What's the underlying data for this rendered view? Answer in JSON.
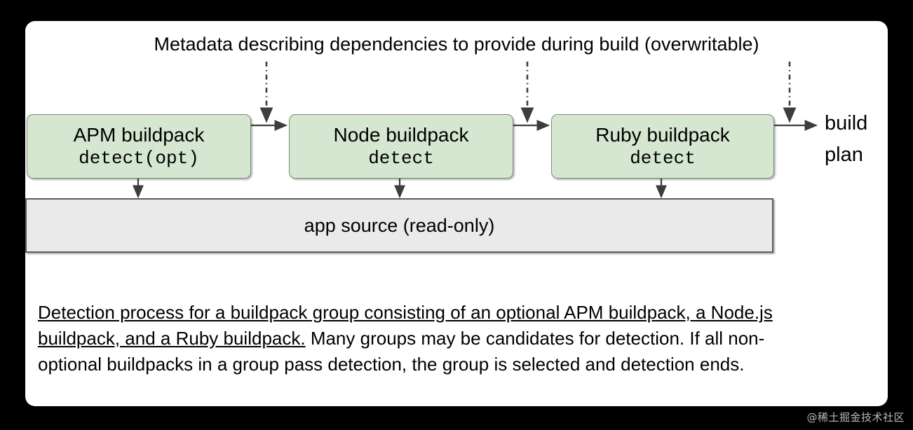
{
  "diagram": {
    "caption": "Metadata describing dependencies to provide during build (overwritable)",
    "boxes": [
      {
        "title": "APM buildpack",
        "command": "detect(opt)"
      },
      {
        "title": "Node buildpack",
        "command": "detect"
      },
      {
        "title": "Ruby buildpack",
        "command": "detect"
      }
    ],
    "output_label_line1": "build",
    "output_label_line2": "plan",
    "app_source_label": "app source (read-only)",
    "colors": {
      "box_fill": "#d5e7d0",
      "box_border": "#7b8a78",
      "bar_fill": "#eaeaea",
      "bar_border": "#5c5c5c",
      "connector": "#3d3d3d",
      "card_background": "#ffffff",
      "page_background": "#000000"
    }
  },
  "description": {
    "underlined": "Detection process for a buildpack group consisting of an optional APM buildpack, a Node.js buildpack, and a Ruby buildpack.",
    "rest": " Many groups may be candidates for detection. If all non-optional buildpacks in a group pass detection, the group is selected and detection ends."
  },
  "watermark": "@稀土掘金技术社区"
}
